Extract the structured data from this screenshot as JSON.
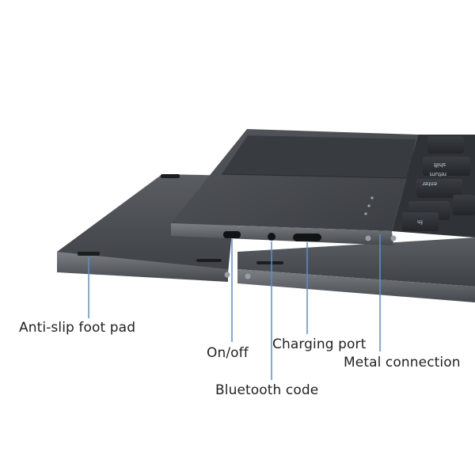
{
  "callouts": {
    "foot_pad": "Anti-slip foot pad",
    "on_off": "On/off",
    "charging_port": "Charging port",
    "metal_connection": "Metal connection",
    "bluetooth_code": "Bluetooth code"
  },
  "keycaps": {
    "shift": "shift",
    "return": "return",
    "enter": "enter",
    "fn": "fn"
  },
  "colors": {
    "background": "#ffffff",
    "keyboard_body": "#4a4d52",
    "keyboard_edge": "#6a6d72",
    "callout_line": "#5a8fd8",
    "callout_text": "#222222"
  }
}
